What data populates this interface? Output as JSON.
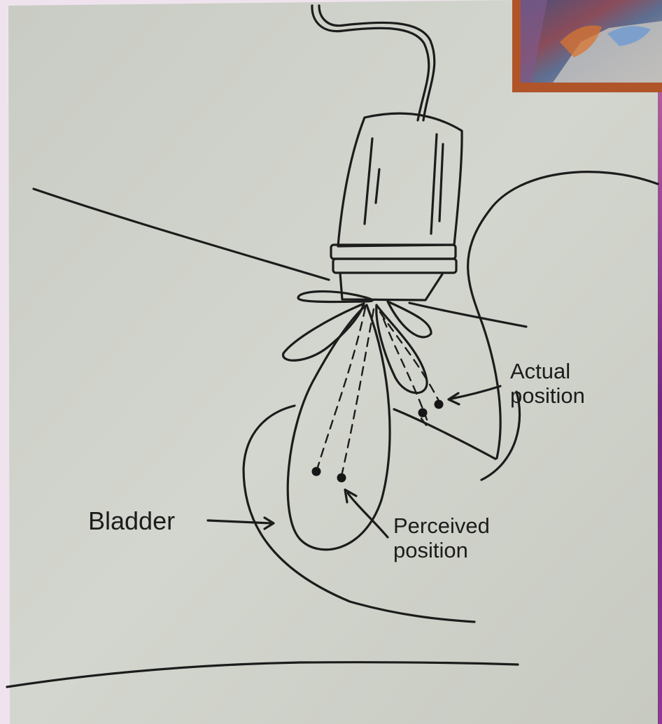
{
  "labels": {
    "actual_line1": "Actual",
    "actual_line2": "position",
    "perceived_line1": "Perceived",
    "perceived_line2": "position",
    "bladder": "Bladder"
  },
  "colors": {
    "paper": "#cfd2c9",
    "ink": "#1c1c1c",
    "frame": "#efe4ee",
    "right_edge": "#7a2e86"
  }
}
